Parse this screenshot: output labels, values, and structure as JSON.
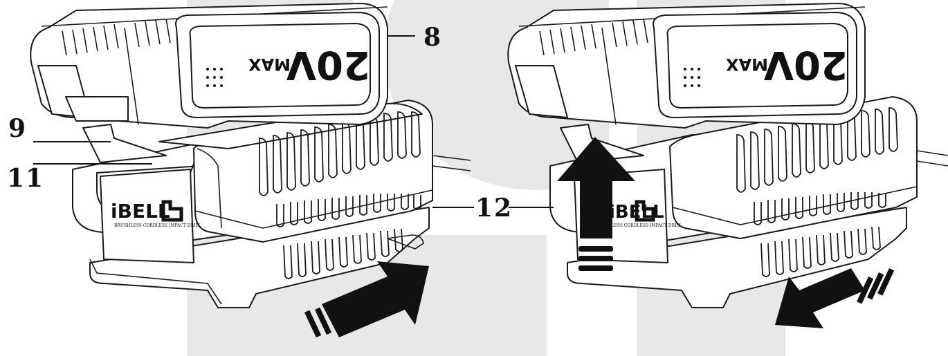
{
  "battery": {
    "voltage": "20V",
    "rating": "MAX"
  },
  "brand": {
    "logo": "iBELL",
    "tagline": "BRUSHLESS CORDLESS IMPACT DRILL"
  },
  "callouts": [
    "8",
    "9",
    "11",
    "12"
  ],
  "arrows": {
    "left_view": "slide-in-arrow",
    "right_view_up": "press-release-arrow",
    "right_view_out": "slide-out-arrow"
  },
  "colors": {
    "watermark": "#e8e8e8",
    "ink": "#111111",
    "background": "#ffffff"
  }
}
